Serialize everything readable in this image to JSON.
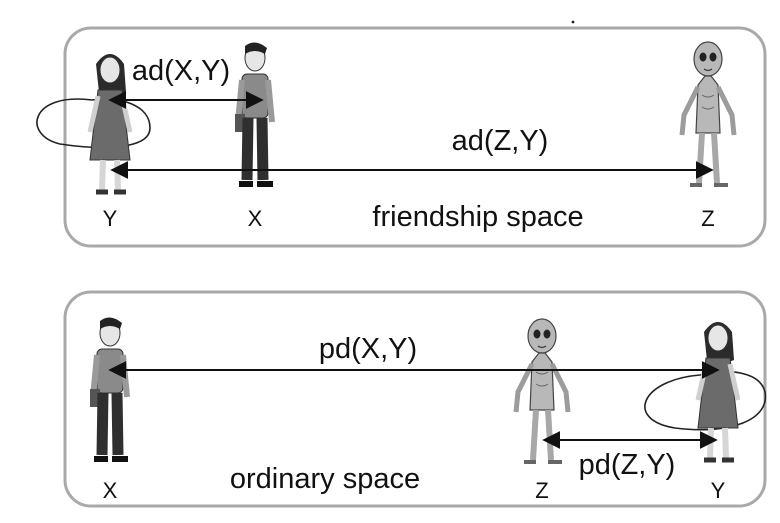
{
  "figure": {
    "top_panel": {
      "space_label": "friendship space",
      "labels": {
        "y": "Y",
        "x": "X",
        "z": "Z"
      },
      "relations": {
        "xy": "ad(X,Y)",
        "zy": "ad(Z,Y)"
      }
    },
    "bottom_panel": {
      "space_label": "ordinary space",
      "labels": {
        "x": "X",
        "z": "Z",
        "y": "Y"
      },
      "relations": {
        "xy": "pd(X,Y)",
        "zy": "pd(Z,Y)"
      }
    }
  },
  "colors": {
    "panel_border": "#a9a9a9",
    "girl_dress": "#6b6b6b",
    "boy_shirt": "#8a8a8a",
    "alien_body": "#b8b8b8",
    "ink": "#111111"
  },
  "icons": [
    "girl-figure",
    "boy-figure",
    "alien-figure",
    "loop-icon"
  ]
}
